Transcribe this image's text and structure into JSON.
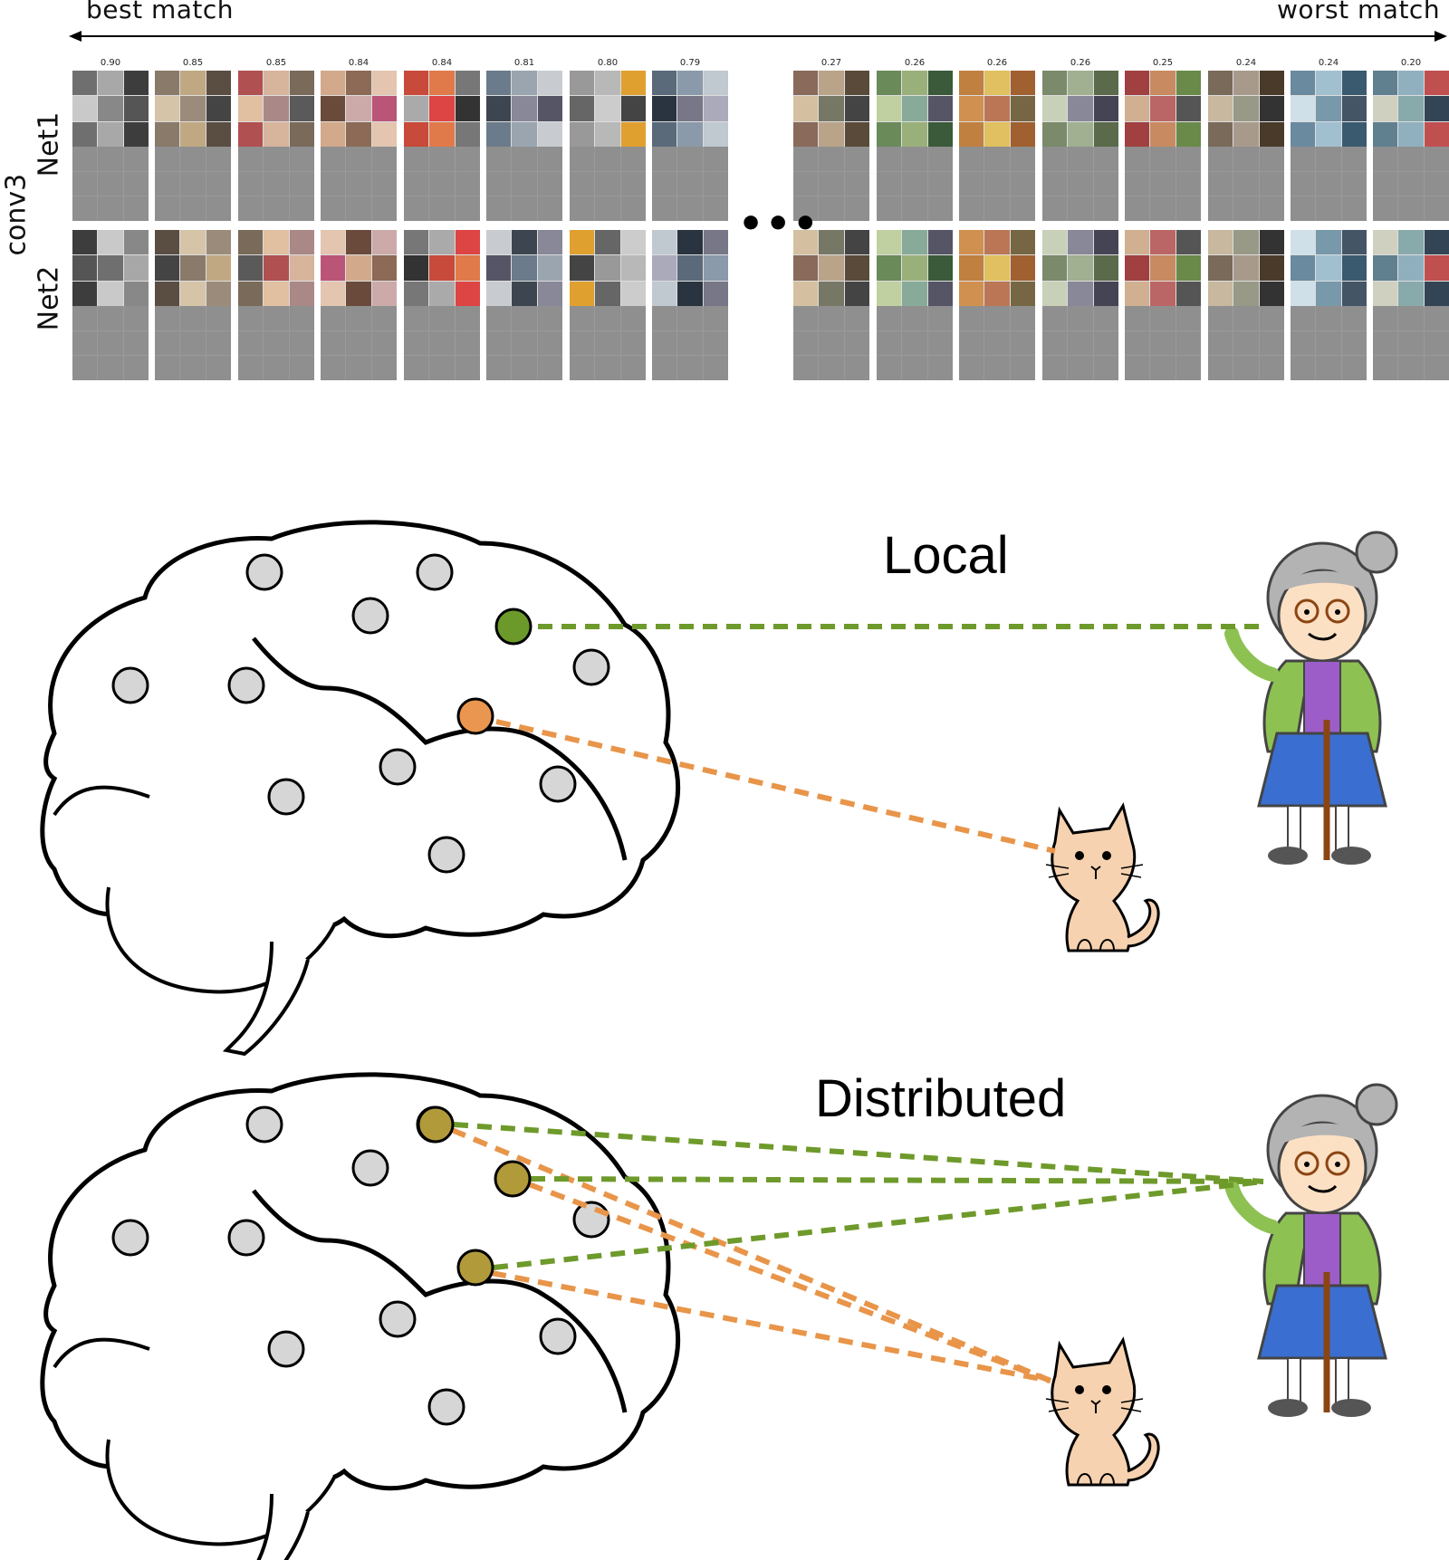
{
  "header": {
    "best_label": "best match",
    "worst_label": "worst match",
    "layer_label": "conv3",
    "row1_label": "Net1",
    "row2_label": "Net2",
    "ellipsis": "•••"
  },
  "scores_left": [
    "0.90",
    "0.85",
    "0.85",
    "0.84",
    "0.84",
    "0.81",
    "0.80",
    "0.79"
  ],
  "scores_right": [
    "0.27",
    "0.26",
    "0.26",
    "0.26",
    "0.25",
    "0.24",
    "0.24",
    "0.20"
  ],
  "diagrams": {
    "local_title": "Local",
    "distributed_title": "Distributed"
  },
  "colors": {
    "green_link": "#6e9a2b",
    "orange_link": "#e8954a",
    "green_neuron": "#6b9a2a",
    "orange_neuron": "#ea9650",
    "olive_neuron": "#b09a3a",
    "grey_neuron": "#d6d6d6"
  },
  "icons": [
    "brain-outline-icon",
    "grandmother-icon",
    "cat-icon"
  ]
}
